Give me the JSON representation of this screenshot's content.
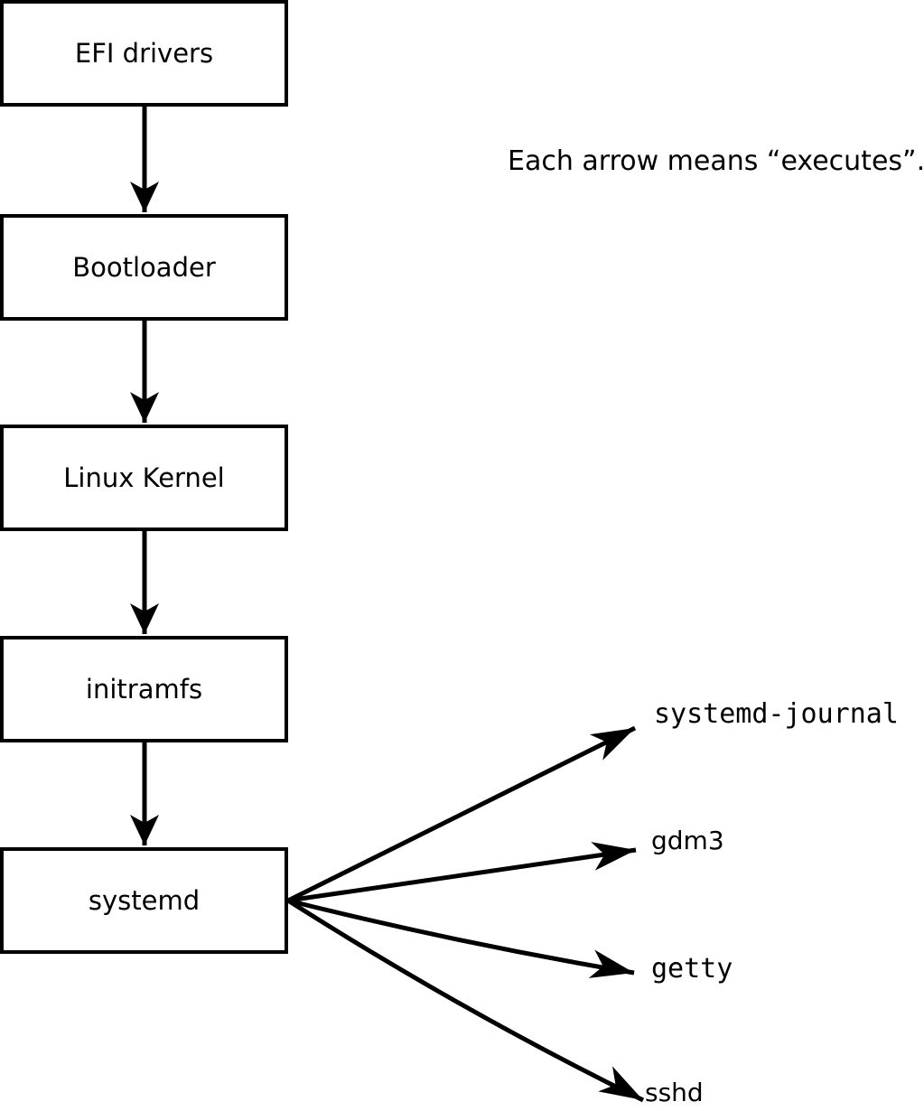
{
  "diagram": {
    "annotation": "Each arrow means “executes”.",
    "arrow_meaning": "executes",
    "boot_chain": [
      {
        "label": "EFI drivers"
      },
      {
        "label": "Bootloader"
      },
      {
        "label": "Linux Kernel"
      },
      {
        "label": "initramfs"
      },
      {
        "label": "systemd"
      }
    ],
    "spawned_processes": [
      {
        "label": "systemd-journal"
      },
      {
        "label": "gdm3"
      },
      {
        "label": "getty"
      },
      {
        "label": "sshd"
      }
    ],
    "colors": {
      "line": "#000000",
      "text": "#000000",
      "box_fill": "#ffffff",
      "background": "#ffffff"
    }
  }
}
